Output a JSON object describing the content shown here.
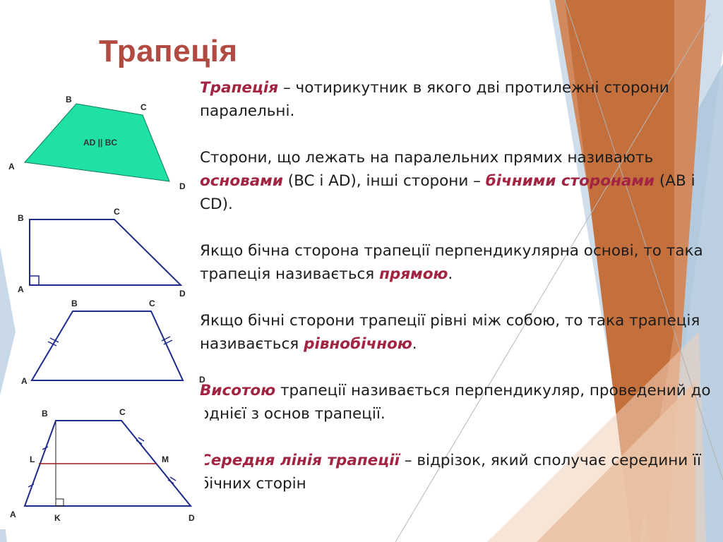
{
  "slide": {
    "title": "Трапеція",
    "definition": {
      "term": "Трапеція",
      "text": " – чотирикутник в якого дві  протилежні сторони паралельні."
    },
    "sides": {
      "part1": "Сторони, що лежать на паралельних прямих називають ",
      "bases_term": "основами",
      "part2": " (BC і AD),  інші сторони – ",
      "lateral_term": "бічними сторонами",
      "part3": " (AB і CD)."
    },
    "right": {
      "part1": "Якщо бічна сторона трапеції перпендикулярна основі, то така трапеція називається ",
      "term": "прямою",
      "part2": "."
    },
    "isosceles": {
      "part1": "Якщо бічні сторони трапеції рівні між собою,  то така трапеція називається ",
      "term": "рівнобічною",
      "part2": "."
    },
    "height": {
      "term": "Висотою",
      "text": " трапеції називається перпендикуляр, проведений до однієї з основ трапеції."
    },
    "midline": {
      "term": "Середня лінія трапеції",
      "text": " – відрізок, який сполучає середини її бічних сторін"
    }
  },
  "figures": {
    "fig1": {
      "label_a": "A",
      "label_b": "B",
      "label_c": "C",
      "label_d": "D",
      "inner": "AD || BC",
      "fill": "#1fe0a5"
    },
    "fig2": {
      "label_a": "A",
      "label_b": "B",
      "label_c": "C",
      "label_d": "D"
    },
    "fig3": {
      "label_a": "A",
      "label_b": "B",
      "label_c": "C",
      "label_d": "D"
    },
    "fig4": {
      "label_a": "A",
      "label_b": "B",
      "label_c": "C",
      "label_d": "D",
      "label_k": "K",
      "label_l": "L",
      "label_m": "M",
      "midline_color": "#9a1a1a"
    }
  },
  "colors": {
    "title": "#b14a41",
    "accent_term": "#a32442",
    "figure_line": "#1e2a8c",
    "deco_orange": "#c8703f",
    "deco_blue": "#9fb9d2"
  }
}
